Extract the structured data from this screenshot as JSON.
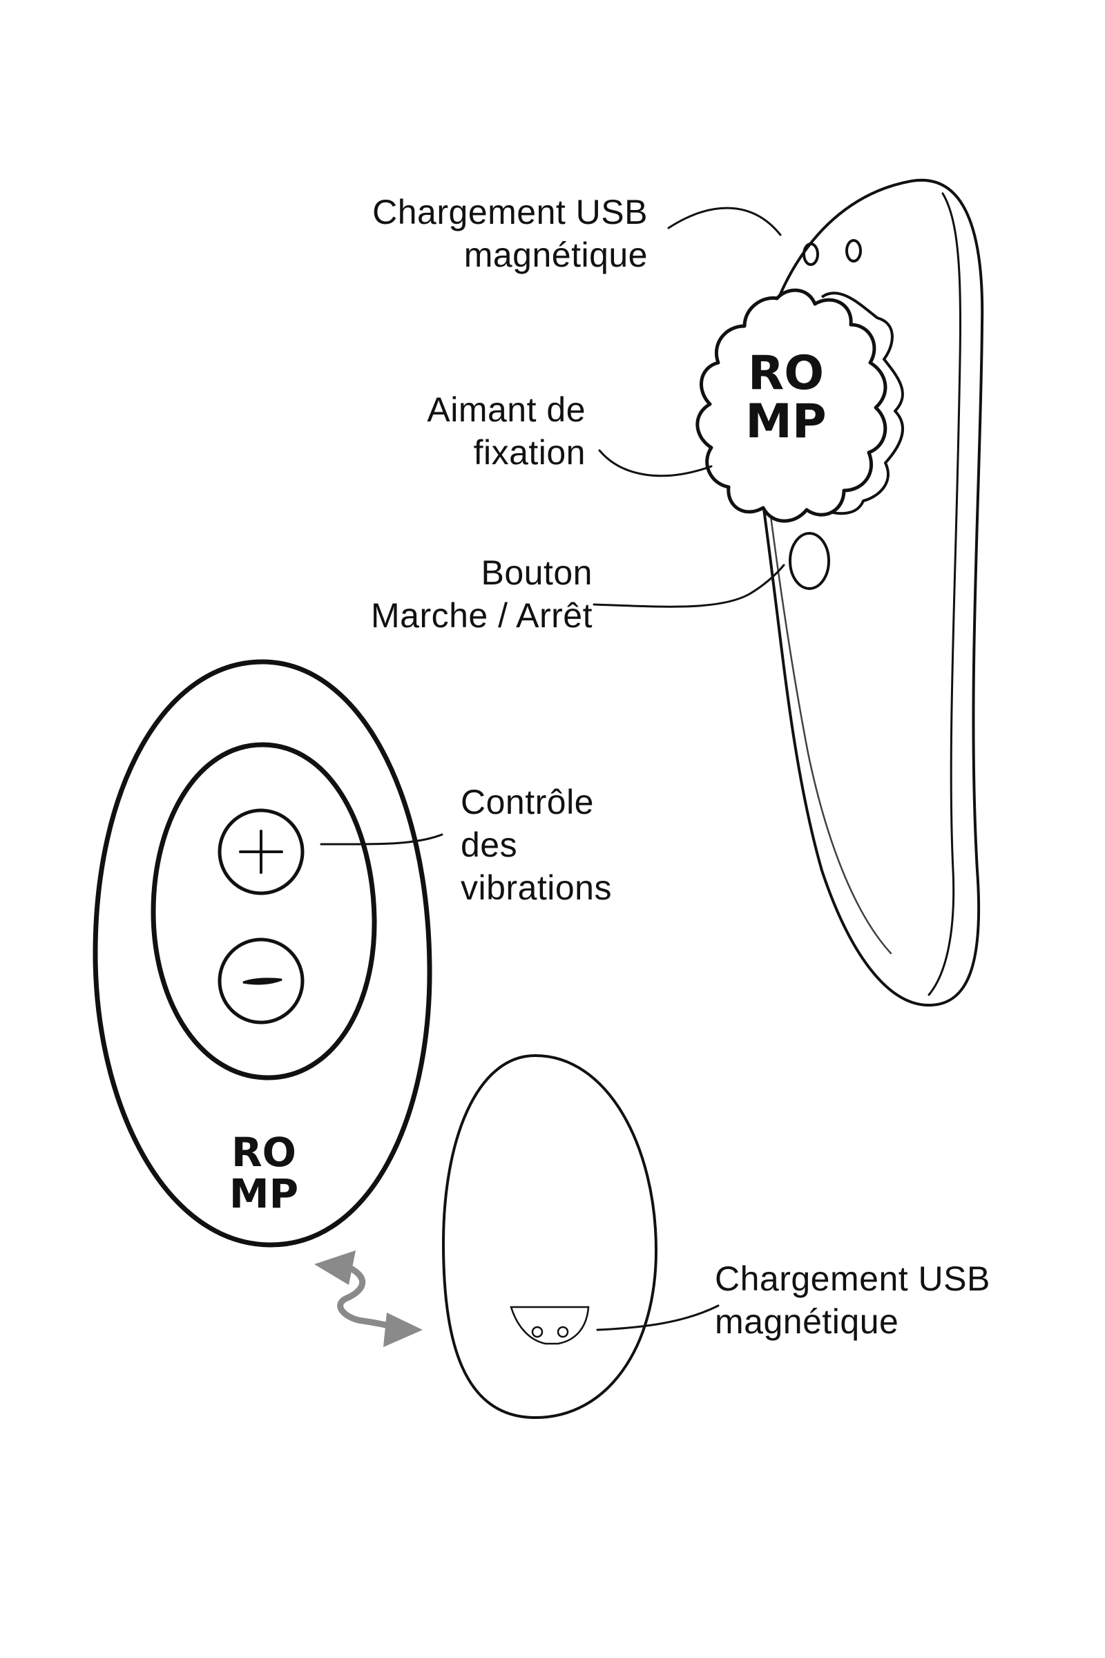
{
  "labels": {
    "usb_top": {
      "line1": "Chargement USB",
      "line2": "magnétique"
    },
    "magnet": {
      "line1": "Aimant de",
      "line2": "fixation"
    },
    "power_button": {
      "line1": "Bouton",
      "line2": "Marche / Arrêt"
    },
    "vibration_control": {
      "line1": "Contrôle",
      "line2": "des",
      "line3": "vibrations"
    },
    "usb_bottom": {
      "line1": "Chargement USB",
      "line2": "magnétique"
    }
  },
  "logo": {
    "vibrator_line1": "RO",
    "vibrator_line2": "MP",
    "remote_line1": "RO",
    "remote_line2": "MP"
  },
  "remote_buttons": {
    "plus_symbol": "+",
    "minus_symbol": "−"
  },
  "colors": {
    "ink": "#111111",
    "arrow": "#8a8a8a",
    "background": "#ffffff"
  },
  "icons": {
    "wireless_link": "double-headed-zigzag-arrow-icon"
  }
}
